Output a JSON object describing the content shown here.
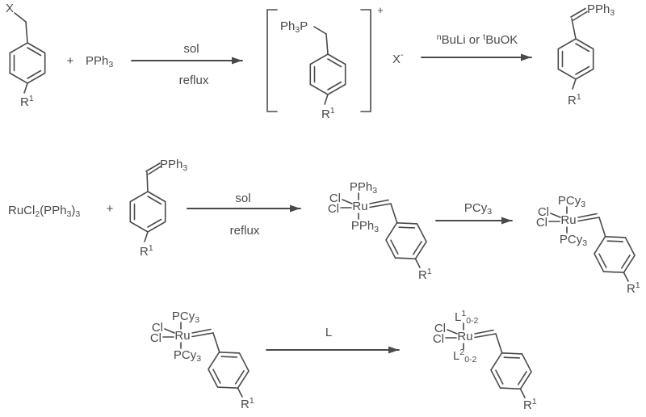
{
  "colors": {
    "ink": "#4a4a4a",
    "background": "#ffffff"
  },
  "shared": {
    "r1": {
      "base": "R",
      "sup": "1"
    },
    "plus": "+",
    "cl": "Cl",
    "ru": "Ru",
    "pph3": {
      "base": "PPh",
      "sub": "3"
    },
    "ph3p": {
      "a": "Ph",
      "a_sub": "3",
      "b": "P"
    },
    "pcy3": {
      "base": "PCy",
      "sub": "3"
    },
    "sol": "sol",
    "reflux": "reflux"
  },
  "row1": {
    "halide_x": "X",
    "cation_charge": "+",
    "counterion": {
      "base": "X",
      "sup": "-"
    },
    "base_conditions": {
      "sup1": "n",
      "t1": "BuLi or ",
      "sup2": "t",
      "t2": "BuOK"
    }
  },
  "row2": {
    "ru_precursor": {
      "t1": "RuCl",
      "s1": "2",
      "t2": "(PPh",
      "s2": "3",
      "t3": ")",
      "s3": "3"
    }
  },
  "row3": {
    "ligand_l": "L",
    "l1": {
      "base": "L",
      "sup": "1",
      "sub": "0-2"
    },
    "l2": {
      "base": "L",
      "sup": "2",
      "sub": "0-2"
    }
  }
}
